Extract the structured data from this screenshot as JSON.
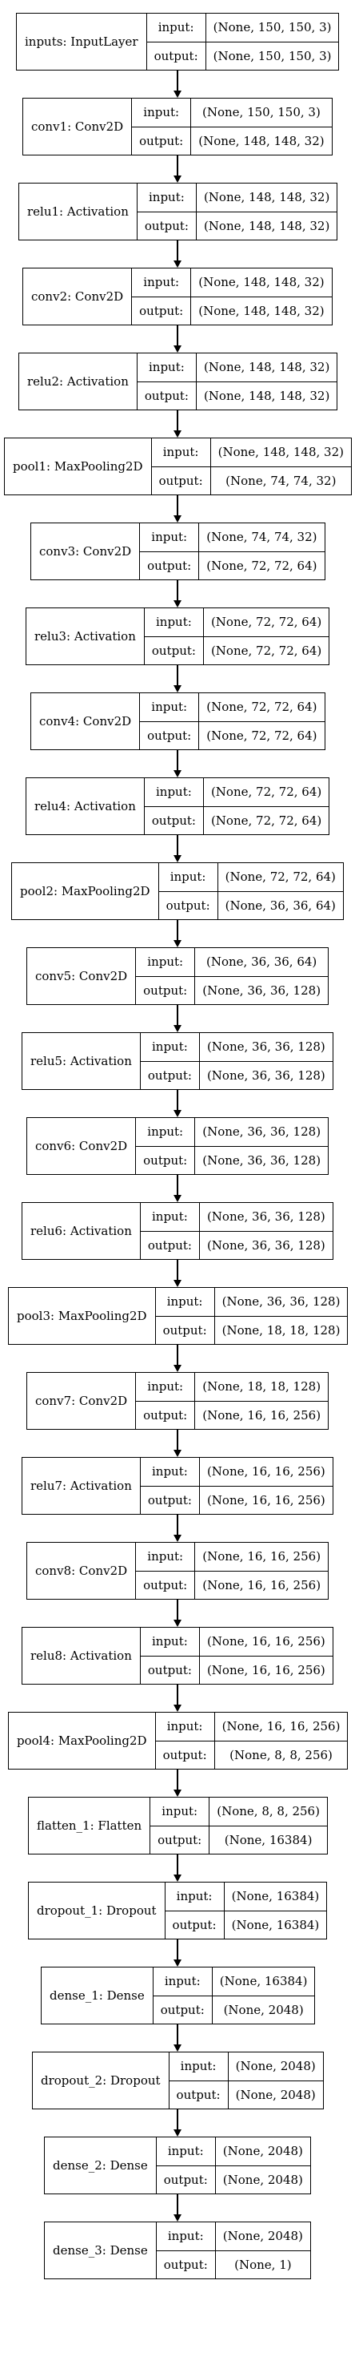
{
  "nodes": [
    {
      "label": "inputs: InputLayer",
      "input": "(None, 150, 150, 3)",
      "output": "(None, 150, 150, 3)"
    },
    {
      "label": "conv1: Conv2D",
      "input": "(None, 150, 150, 3)",
      "output": "(None, 148, 148, 32)"
    },
    {
      "label": "relu1: Activation",
      "input": "(None, 148, 148, 32)",
      "output": "(None, 148, 148, 32)"
    },
    {
      "label": "conv2: Conv2D",
      "input": "(None, 148, 148, 32)",
      "output": "(None, 148, 148, 32)"
    },
    {
      "label": "relu2: Activation",
      "input": "(None, 148, 148, 32)",
      "output": "(None, 148, 148, 32)"
    },
    {
      "label": "pool1: MaxPooling2D",
      "input": "(None, 148, 148, 32)",
      "output": "(None, 74, 74, 32)"
    },
    {
      "label": "conv3: Conv2D",
      "input": "(None, 74, 74, 32)",
      "output": "(None, 72, 72, 64)"
    },
    {
      "label": "relu3: Activation",
      "input": "(None, 72, 72, 64)",
      "output": "(None, 72, 72, 64)"
    },
    {
      "label": "conv4: Conv2D",
      "input": "(None, 72, 72, 64)",
      "output": "(None, 72, 72, 64)"
    },
    {
      "label": "relu4: Activation",
      "input": "(None, 72, 72, 64)",
      "output": "(None, 72, 72, 64)"
    },
    {
      "label": "pool2: MaxPooling2D",
      "input": "(None, 72, 72, 64)",
      "output": "(None, 36, 36, 64)"
    },
    {
      "label": "conv5: Conv2D",
      "input": "(None, 36, 36, 64)",
      "output": "(None, 36, 36, 128)"
    },
    {
      "label": "relu5: Activation",
      "input": "(None, 36, 36, 128)",
      "output": "(None, 36, 36, 128)"
    },
    {
      "label": "conv6: Conv2D",
      "input": "(None, 36, 36, 128)",
      "output": "(None, 36, 36, 128)"
    },
    {
      "label": "relu6: Activation",
      "input": "(None, 36, 36, 128)",
      "output": "(None, 36, 36, 128)"
    },
    {
      "label": "pool3: MaxPooling2D",
      "input": "(None, 36, 36, 128)",
      "output": "(None, 18, 18, 128)"
    },
    {
      "label": "conv7: Conv2D",
      "input": "(None, 18, 18, 128)",
      "output": "(None, 16, 16, 256)"
    },
    {
      "label": "relu7: Activation",
      "input": "(None, 16, 16, 256)",
      "output": "(None, 16, 16, 256)"
    },
    {
      "label": "conv8: Conv2D",
      "input": "(None, 16, 16, 256)",
      "output": "(None, 16, 16, 256)"
    },
    {
      "label": "relu8: Activation",
      "input": "(None, 16, 16, 256)",
      "output": "(None, 16, 16, 256)"
    },
    {
      "label": "pool4: MaxPooling2D",
      "input": "(None, 16, 16, 256)",
      "output": "(None, 8, 8, 256)"
    },
    {
      "label": "flatten_1: Flatten",
      "input": "(None, 8, 8, 256)",
      "output": "(None, 16384)"
    },
    {
      "label": "dropout_1: Dropout",
      "input": "(None, 16384)",
      "output": "(None, 16384)"
    },
    {
      "label": "dense_1: Dense",
      "input": "(None, 16384)",
      "output": "(None, 2048)"
    },
    {
      "label": "dropout_2: Dropout",
      "input": "(None, 2048)",
      "output": "(None, 2048)"
    },
    {
      "label": "dense_2: Dense",
      "input": "(None, 2048)",
      "output": "(None, 2048)"
    },
    {
      "label": "dense_3: Dense",
      "input": "(None, 2048)",
      "output": "(None, 1)"
    }
  ],
  "io_labels": {
    "input": "input:",
    "output": "output:"
  }
}
